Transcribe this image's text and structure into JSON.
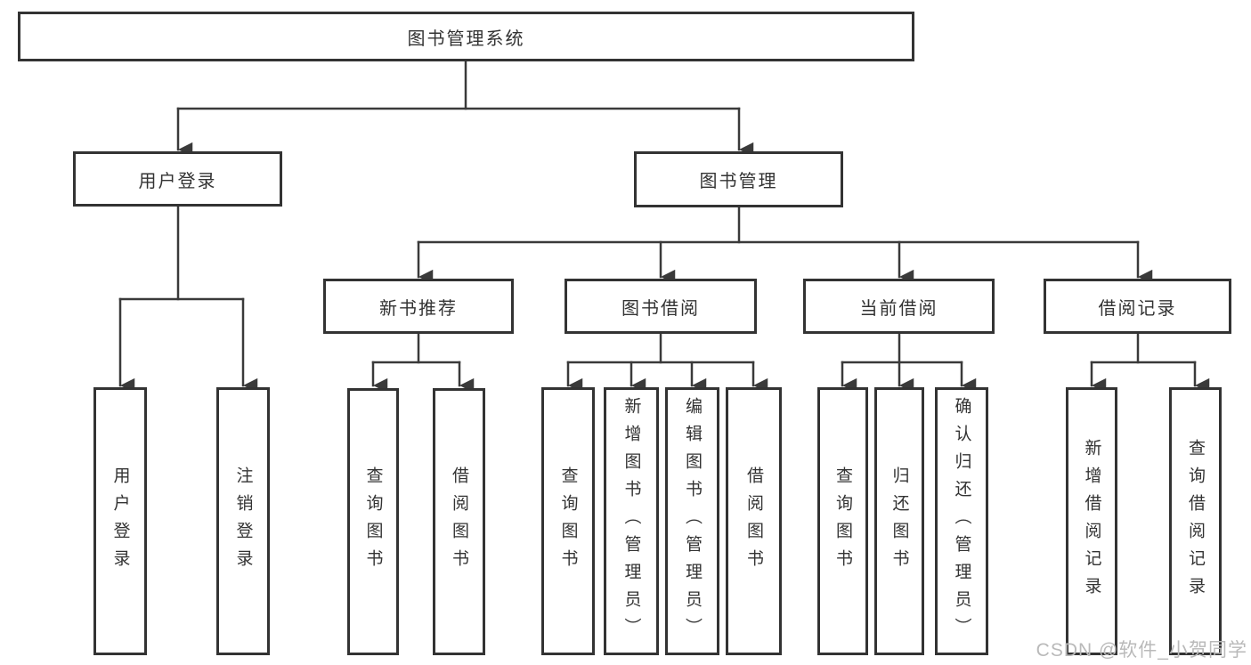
{
  "nodes": {
    "root": "图书管理系统",
    "level2": [
      "用户登录",
      "图书管理"
    ],
    "level3": [
      "新书推荐",
      "图书借阅",
      "当前借阅",
      "借阅记录"
    ],
    "leaves": [
      "用户登录",
      "注销登录",
      "查询图书",
      "借阅图书",
      "查询图书",
      "新增图书（管理员）",
      "编辑图书（管理员）",
      "借阅图书",
      "查询图书",
      "归还图书",
      "确认归还（管理员）",
      "新增借阅记录",
      "查询借阅记录"
    ]
  },
  "watermark": {
    "text": "CSDN @软件_小贺同学",
    "color": "#b9b9b9"
  },
  "colors": {
    "line": "#3a3a3a",
    "box_border": "#333333",
    "text": "#333333",
    "background": "#ffffff"
  }
}
